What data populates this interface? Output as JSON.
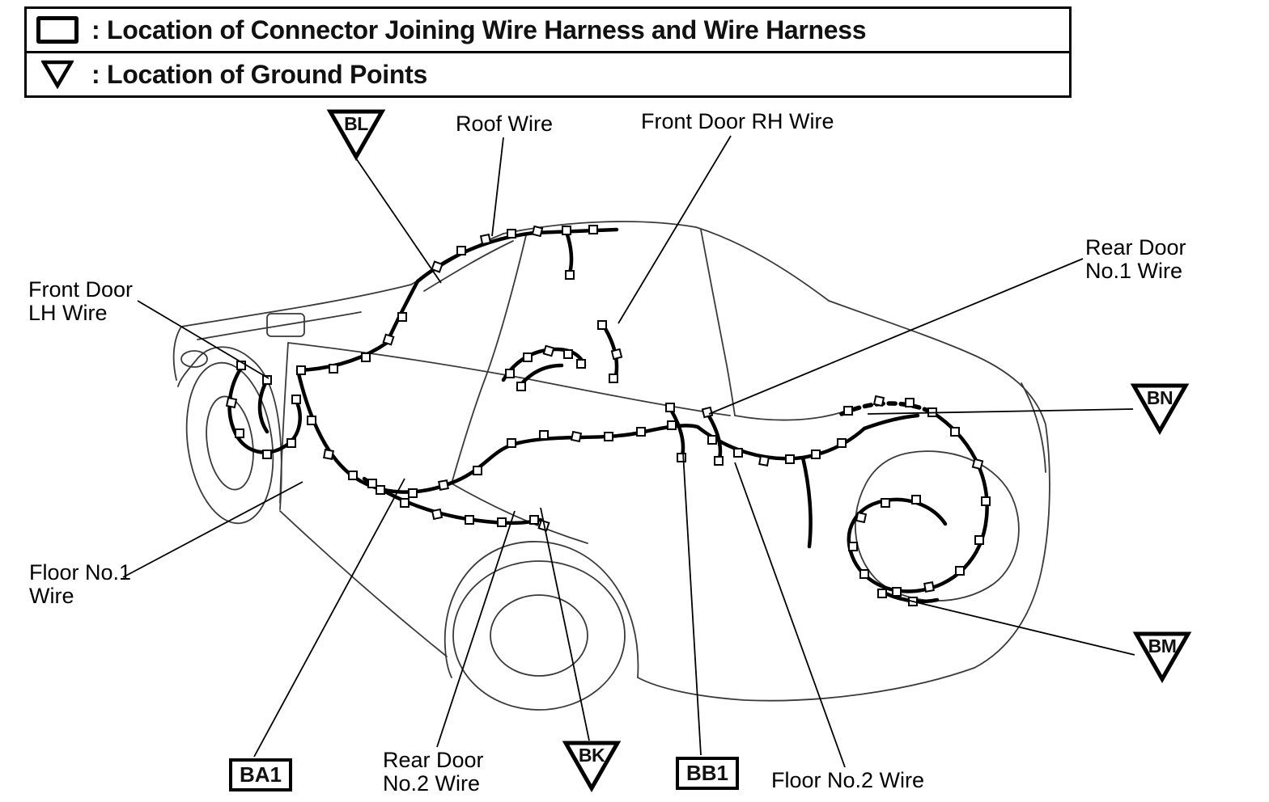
{
  "legend": {
    "connector_symbol": "connector-box-icon",
    "connector_label": ": Location of Connector Joining Wire Harness and Wire Harness",
    "ground_symbol": "ground-triangle-icon",
    "ground_label": ": Location of Ground Points"
  },
  "labels": {
    "roof_wire": "Roof Wire",
    "front_door_rh_wire": "Front Door RH Wire",
    "rear_door_no1_wire": "Rear Door\nNo.1 Wire",
    "front_door_lh_wire": "Front Door\nLH Wire",
    "floor_no1_wire": "Floor No.1\nWire",
    "rear_door_no2_wire": "Rear Door\nNo.2 Wire",
    "floor_no2_wire": "Floor No.2 Wire"
  },
  "ground_points": {
    "bl": "BL",
    "bn": "BN",
    "bm": "BM",
    "bk": "BK"
  },
  "connector_points": {
    "ba1": "BA1",
    "bb1": "BB1"
  },
  "colors": {
    "ink": "#111111",
    "paper": "#ffffff"
  }
}
